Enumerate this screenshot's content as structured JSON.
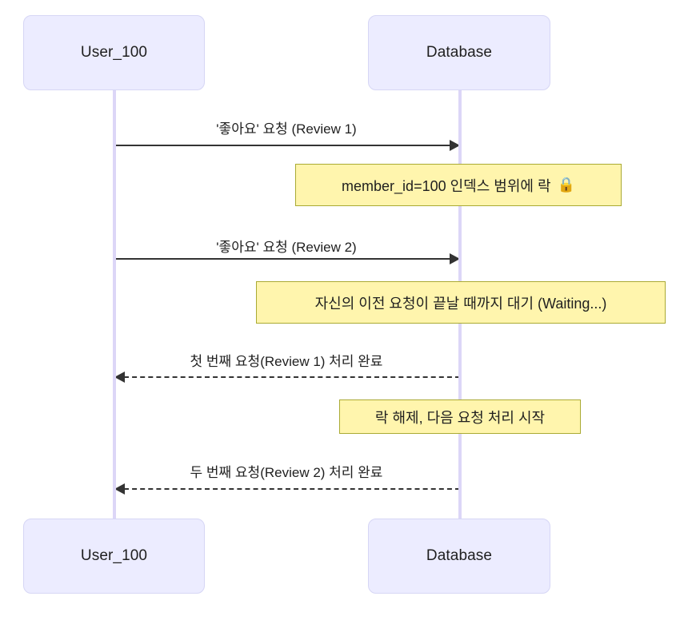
{
  "diagram": {
    "type": "sequence-diagram",
    "participants": [
      {
        "id": "user",
        "label": "User_100"
      },
      {
        "id": "db",
        "label": "Database"
      }
    ],
    "messages": [
      {
        "id": "m1",
        "from": "user",
        "to": "db",
        "kind": "request",
        "style": "solid",
        "label": "'좋아요' 요청 (Review 1)"
      },
      {
        "id": "m2",
        "from": "user",
        "to": "db",
        "kind": "request",
        "style": "solid",
        "label": "'좋아요' 요청 (Review 2)"
      },
      {
        "id": "m3",
        "from": "db",
        "to": "user",
        "kind": "response",
        "style": "dashed",
        "label": "첫 번째 요청(Review 1) 처리 완료"
      },
      {
        "id": "m4",
        "from": "db",
        "to": "user",
        "kind": "response",
        "style": "dashed",
        "label": "두 번째 요청(Review 2) 처리 완료"
      }
    ],
    "notes": [
      {
        "id": "n1",
        "over": "db",
        "text": "member_id=100 인덱스 범위에 락",
        "icon": "lock-icon",
        "icon_glyph": "🔒"
      },
      {
        "id": "n2",
        "over": "db",
        "text": "자신의 이전 요청이 끝날 때까지 대기 (Waiting...)",
        "icon": null,
        "icon_glyph": ""
      },
      {
        "id": "n3",
        "over": "db",
        "text": "락 해제, 다음 요청 처리 시작",
        "icon": null,
        "icon_glyph": ""
      }
    ],
    "colors": {
      "actor_fill": "#ECECFF",
      "actor_border": "#D6D6F5",
      "lifeline": "#DCD6F7",
      "note_fill": "#FFF5AD",
      "note_border": "#AAAA33",
      "arrow": "#333333",
      "text": "#1f1f1f",
      "background": "#ffffff"
    }
  }
}
